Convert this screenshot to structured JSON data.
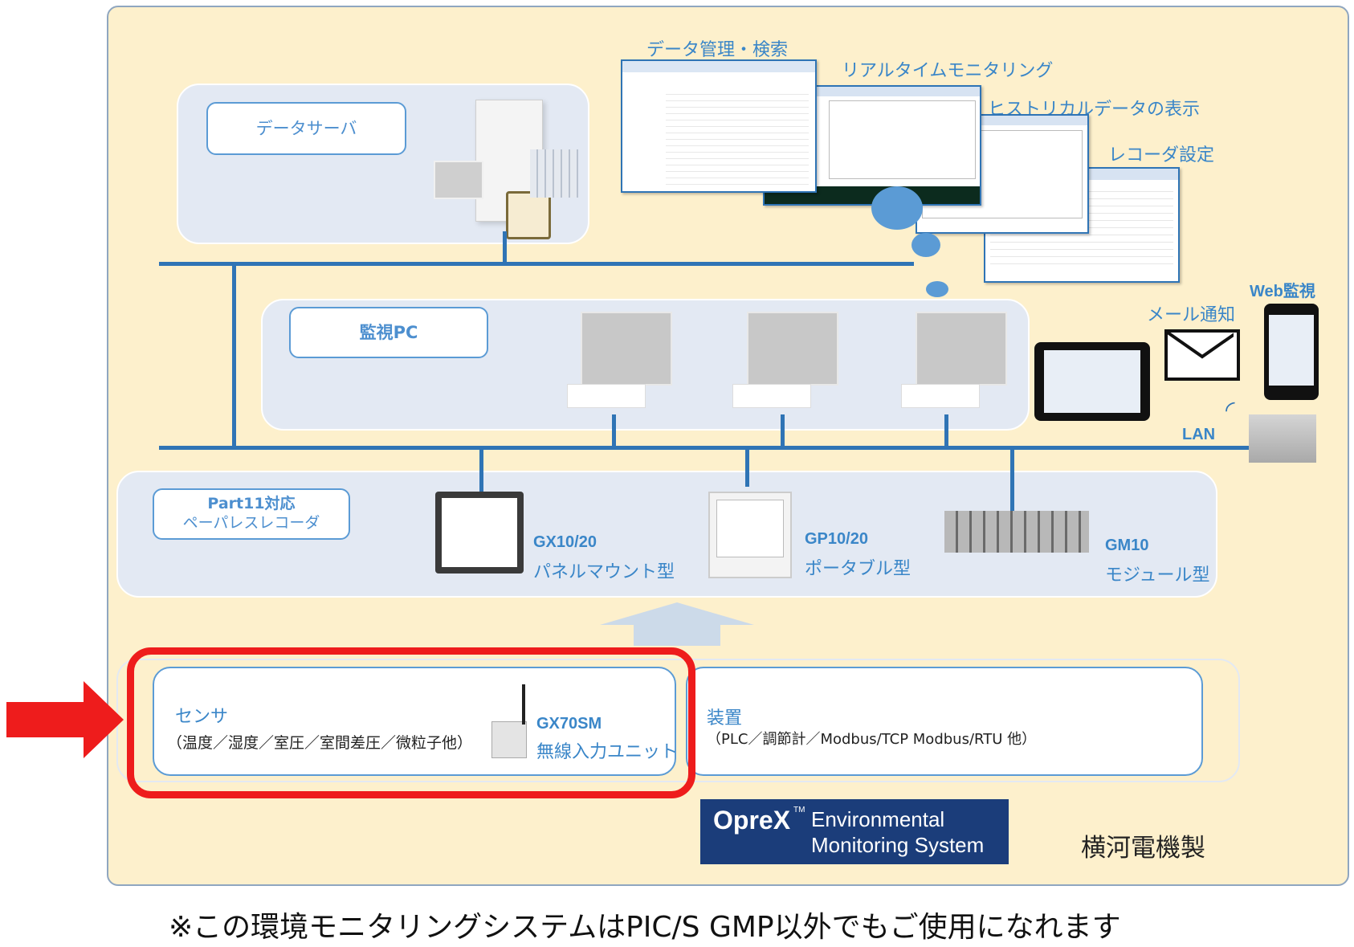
{
  "servers": {
    "label": "データサーバ"
  },
  "screens": {
    "data_mgmt": "データ管理・検索",
    "realtime": "リアルタイムモニタリング",
    "historical": "ヒストリカルデータの表示",
    "recorder": "レコーダ設定"
  },
  "monitoring_pc": {
    "label": "監視PC"
  },
  "web": {
    "web_label": "Web監視",
    "mail_label": "メール通知",
    "lan_label": "LAN"
  },
  "recorders": {
    "label_line1": "Part11対応",
    "label_line2": "ペーパレスレコーダ",
    "gx_model": "GX10/20",
    "gx_type": "パネルマウント型",
    "gp_model": "GP10/20",
    "gp_type": "ポータブル型",
    "gm_model": "GM10",
    "gm_type": "モジュール型"
  },
  "sensor": {
    "title": "センサ",
    "detail": "（温度／湿度／室圧／室間差圧／微粒子他）",
    "unit_model": "GX70SM",
    "unit_name": "無線入力ユニット"
  },
  "device": {
    "title": "装置",
    "detail": "（PLC／調節計／Modbus/TCP Modbus/RTU 他）"
  },
  "brand": {
    "logo_line1": "OpreX",
    "tm": "TM",
    "logo_line1b": "Environmental",
    "logo_line2": "Monitoring System",
    "maker": "横河電機製"
  },
  "footnote": "※この環境モニタリングシステムはPIC/S GMP以外でもご使用になれます",
  "colors": {
    "highlight": "#ee1c1c",
    "network": "#2f74b5",
    "background": "#fdf0cc",
    "logo_bg": "#1b3d7a"
  }
}
